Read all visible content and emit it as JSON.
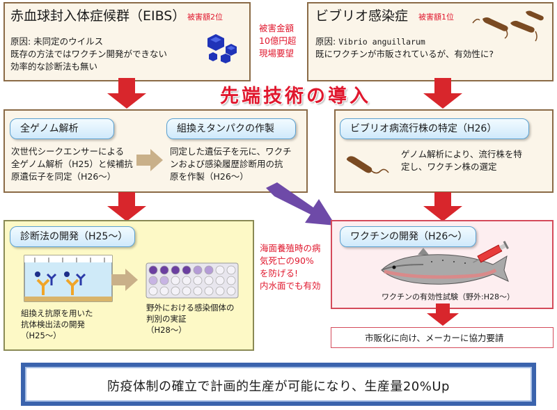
{
  "eibs": {
    "title": "赤血球封入体症候群（EIBS）",
    "rank": "被害額2位",
    "lines": [
      "原因: 未同定のウイルス",
      "既存の方法ではワクチン開発ができない",
      "効率的な診断法も無い"
    ]
  },
  "center_note": {
    "lines": [
      "被害金額",
      "10億円超",
      "現場要望"
    ]
  },
  "vibrio": {
    "title": "ビブリオ感染症",
    "rank": "被害額1位",
    "cause_label": "原因: ",
    "cause_name": "Vibrio anguillarum",
    "line2": "既にワクチンが市販されているが、有効性に?"
  },
  "banner": "先端技術の導入",
  "genome": {
    "tab": "全ゲノム解析",
    "lines": [
      "次世代シークエンサーによる",
      "全ゲノム解析（H25）と候補抗",
      "原遺伝子を同定（H26～）"
    ]
  },
  "recomb": {
    "tab": "組換えタンパクの作製",
    "lines": [
      "同定した遺伝子を元に、ワクチ",
      "ンおよび感染履歴診断用の抗",
      "原を作製（H26～）"
    ]
  },
  "strain": {
    "tab": "ビブリオ病流行株の特定（H26）",
    "lines": [
      "ゲノム解析により、流行株を特",
      "定し、ワクチン株の選定"
    ]
  },
  "diag": {
    "tab": "診断法の開発（H25～）",
    "left_lines": [
      "組換え抗原を用いた",
      "抗体検出法の開発",
      "（H25～）"
    ],
    "right_lines": [
      "野外における感染個体の",
      "判別の実証",
      "（H28～）"
    ]
  },
  "mid_note": {
    "lines": [
      "海面養殖時の病",
      "気死亡の90%",
      "を防げる!",
      "内水面でも有効"
    ]
  },
  "vaccine": {
    "tab": "ワクチンの開発（H26～）",
    "caption": "ワクチンの有効性試験（野外:H28～）"
  },
  "market": "市販化に向け、メーカーに協力要請",
  "bottom": "防疫体制の確立で計画的生産が可能になり、生産量20%Up",
  "colors": {
    "arrow_red": "#d8262c",
    "arrow_purple": "#6e4aa8",
    "arrow_tan": "#c9b089",
    "accent_red": "#e0182e",
    "box_border": "#8a6a46",
    "yellow_fill": "#fdf9c6",
    "pink_fill": "#fdeef0",
    "blue_frame": "#3a63ad"
  }
}
